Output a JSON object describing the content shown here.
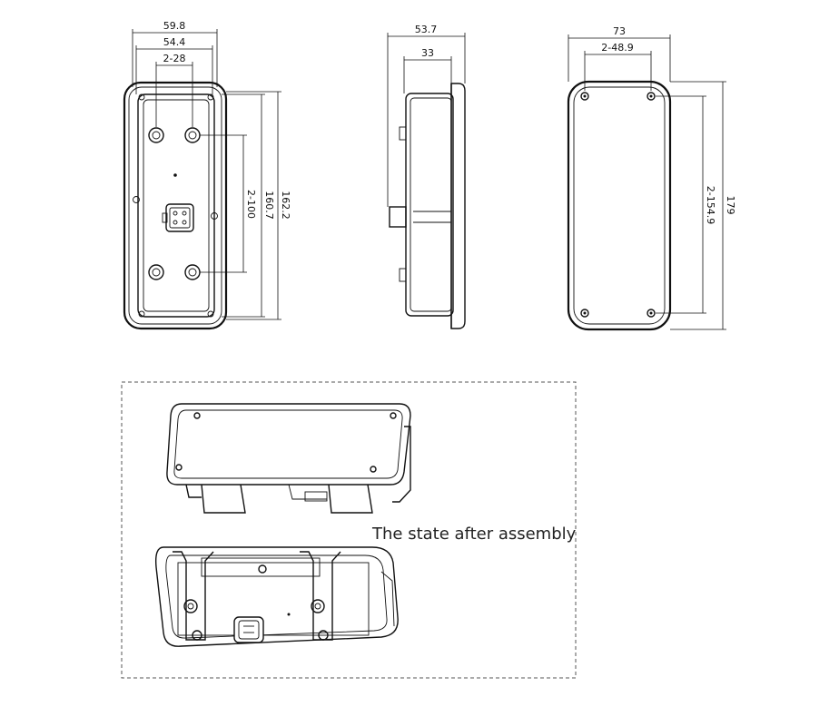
{
  "front_view": {
    "dim_overall_width": "59.8",
    "dim_inner_width": "54.4",
    "dim_hole_spacing": "2-28",
    "dim_hole_pitch": "2-100",
    "dim_inner_height": "160.7",
    "dim_overall_height": "162.2"
  },
  "side_view": {
    "dim_depth": "53.7",
    "dim_body_depth": "33"
  },
  "back_view": {
    "dim_width": "73",
    "dim_hole_spacing": "2-48.9",
    "dim_hole_pitch": "2-154.9",
    "dim_height": "179"
  },
  "assembly": {
    "caption": "The state after assembly"
  }
}
